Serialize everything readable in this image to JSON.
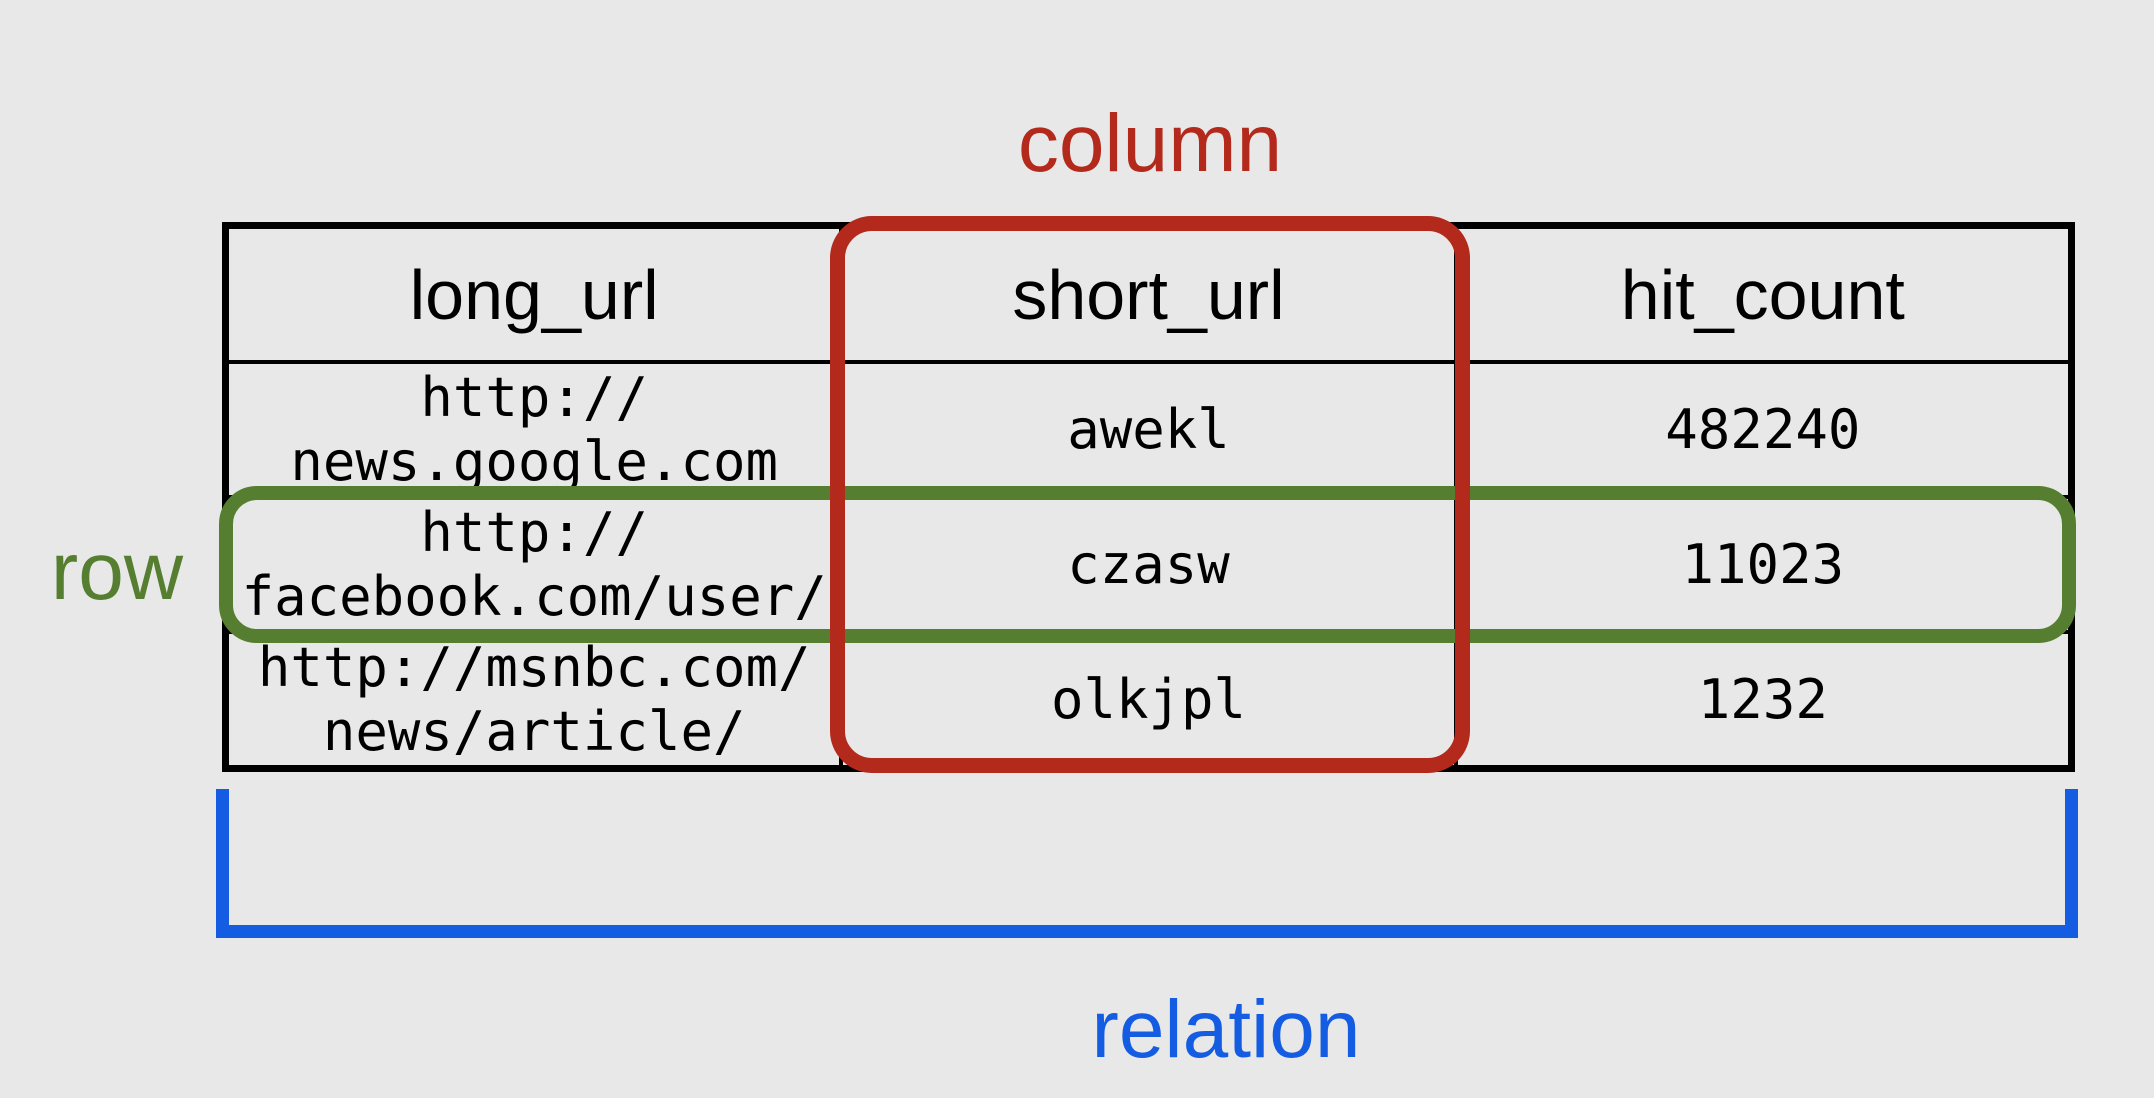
{
  "labels": {
    "column": "column",
    "row": "row",
    "relation": "relation"
  },
  "colors": {
    "column_accent": "#b3291b",
    "row_accent": "#567e31",
    "relation_accent": "#145ce2",
    "table_border": "#000000",
    "text": "#000000",
    "background": "#e8e8e8"
  },
  "table": {
    "headers": [
      "long_url",
      "short_url",
      "hit_count"
    ],
    "rows": [
      {
        "long_url_lines": [
          "http://",
          "news.google.com"
        ],
        "short_url": "awekl",
        "hit_count": "482240"
      },
      {
        "long_url_lines": [
          "http://",
          "facebook.com/user/"
        ],
        "short_url": "czasw",
        "hit_count": "11023"
      },
      {
        "long_url_lines": [
          "http://msnbc.com/",
          "news/article/"
        ],
        "short_url": "olkjpl",
        "hit_count": "1232"
      }
    ]
  }
}
